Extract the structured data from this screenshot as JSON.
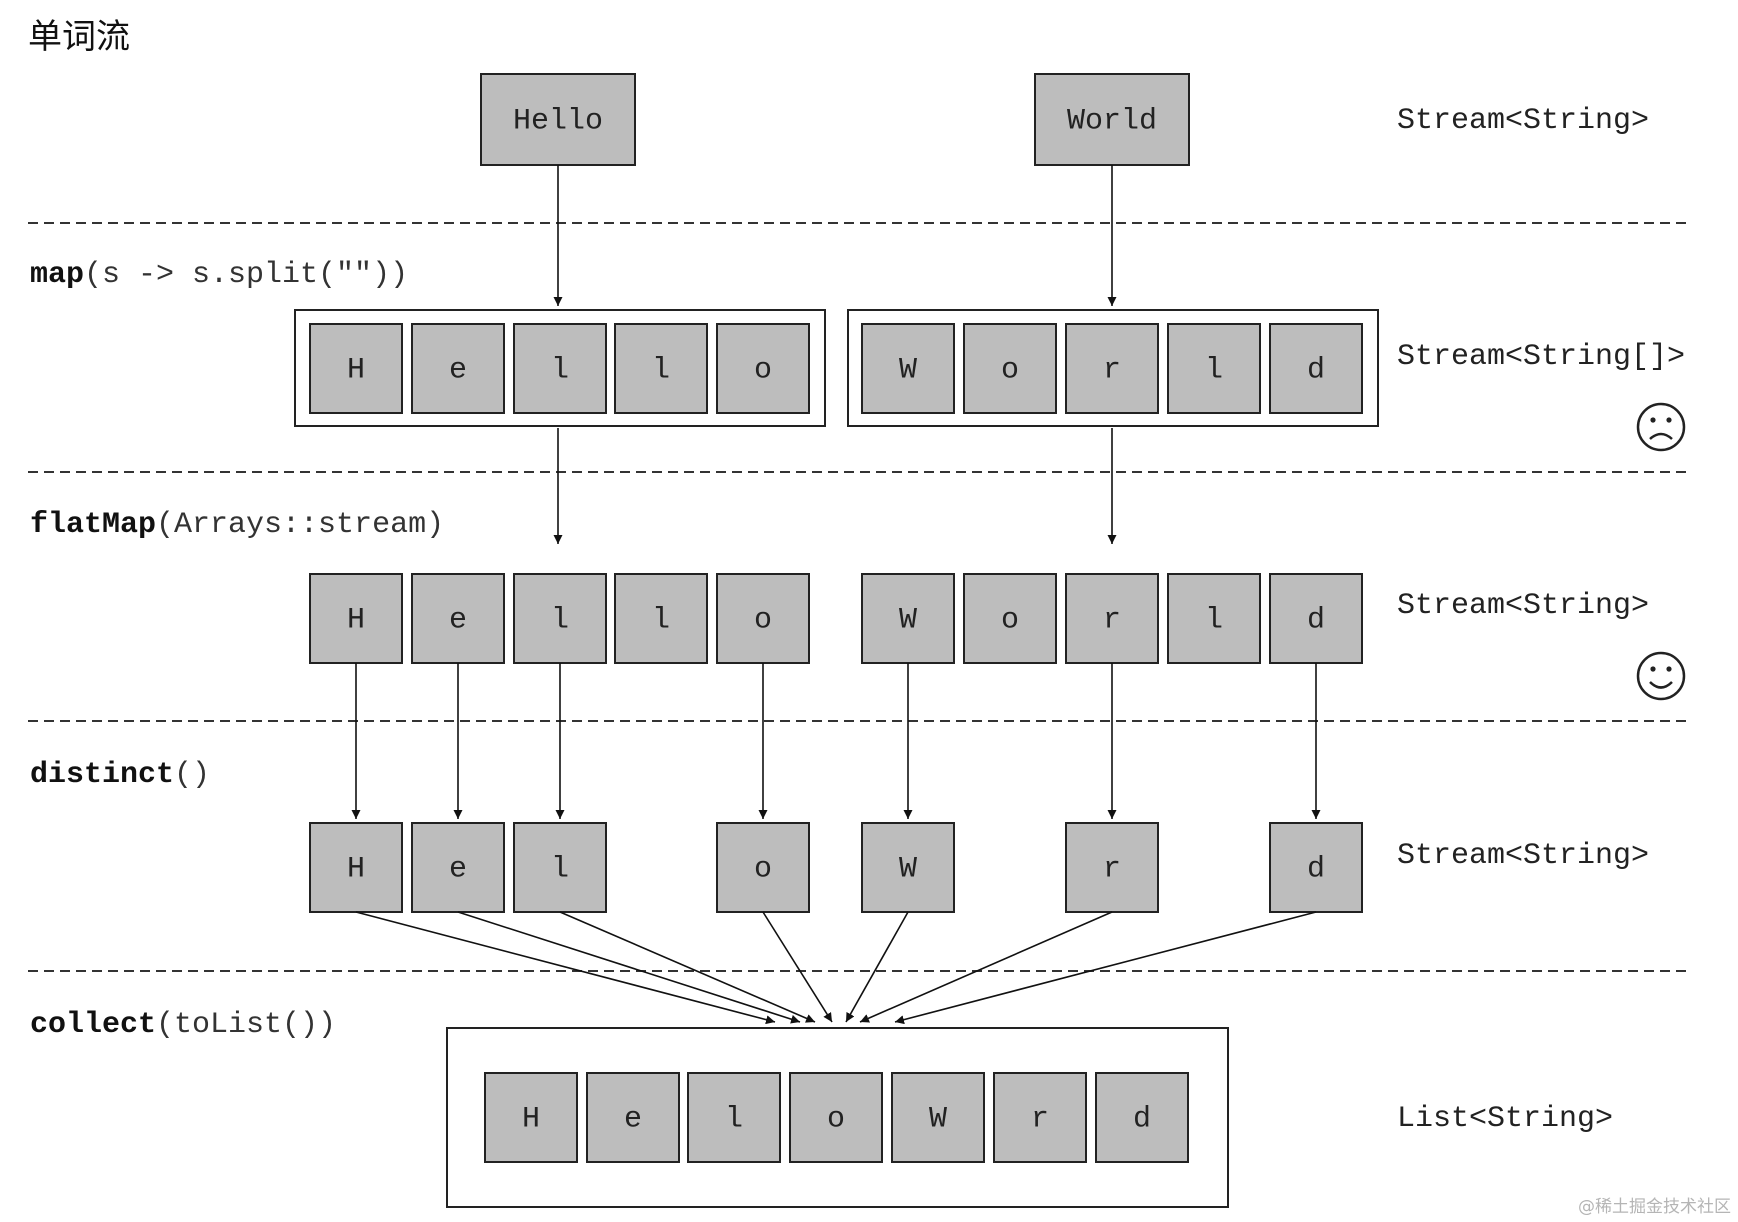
{
  "title": "单词流",
  "input_words": [
    "Hello",
    "World"
  ],
  "operations": [
    {
      "name": "map",
      "args": "(s -> s.split(\"\"))"
    },
    {
      "name": "flatMap",
      "args": "(Arrays::stream)"
    },
    {
      "name": "distinct",
      "args": "()"
    },
    {
      "name": "collect",
      "args": "(toList())"
    }
  ],
  "types": [
    "Stream<String>",
    "Stream<String[]>",
    "Stream<String>",
    "Stream<String>",
    "List<String>"
  ],
  "map_groups": [
    [
      "H",
      "e",
      "l",
      "l",
      "o"
    ],
    [
      "W",
      "o",
      "r",
      "l",
      "d"
    ]
  ],
  "flat_letters": [
    "H",
    "e",
    "l",
    "l",
    "o",
    "W",
    "o",
    "r",
    "l",
    "d"
  ],
  "distinct_letters": [
    "H",
    "e",
    "l",
    "o",
    "W",
    "r",
    "d"
  ],
  "result_letters": [
    "H",
    "e",
    "l",
    "o",
    "W",
    "r",
    "d"
  ],
  "faces": [
    "frown-icon",
    "smile-icon"
  ],
  "watermark": "@稀土掘金技术社区"
}
